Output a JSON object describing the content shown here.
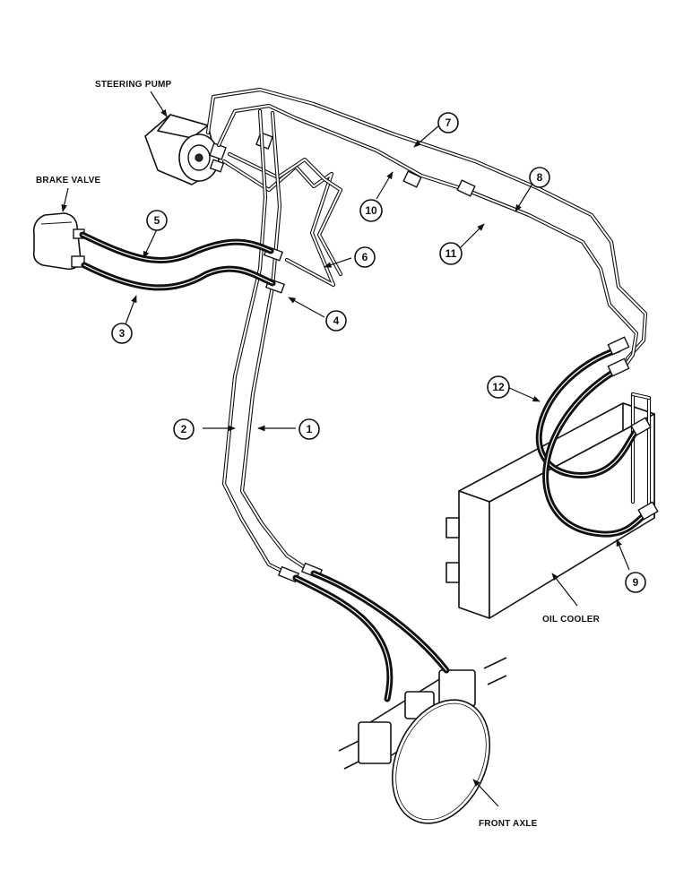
{
  "labels": {
    "steering_pump": "STEERING PUMP",
    "brake_valve": "BRAKE VALVE",
    "oil_cooler": "OIL COOLER",
    "front_axle": "FRONT AXLE"
  },
  "callouts": [
    "1",
    "2",
    "3",
    "4",
    "5",
    "6",
    "7",
    "8",
    "9",
    "10",
    "11",
    "12"
  ]
}
